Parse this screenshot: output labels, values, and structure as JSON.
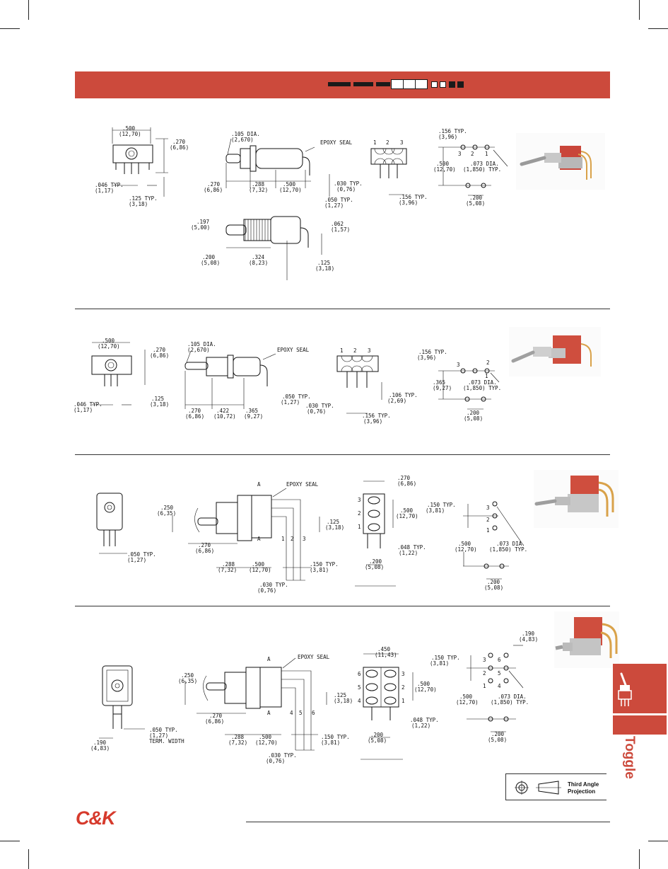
{
  "header": {
    "part_number_boxes": [
      "",
      "",
      "",
      "",
      "",
      "",
      "",
      "",
      ""
    ]
  },
  "brand": {
    "logo_text": "C&K",
    "accent": "#cc4a3c"
  },
  "side_tab": {
    "label": "Toggle",
    "icon": "toggle-switch-icon"
  },
  "projection": {
    "label_line1": "Third Angle",
    "label_line2": "Projection"
  },
  "sections": [
    {
      "front": [
        ".500",
        "(12,70)",
        ".270",
        "(6,86)",
        ".046 TYP.",
        "(1,17)",
        ".125 TYP.",
        "(3,18)"
      ],
      "side": [
        ".105 DIA.",
        "(2,670)",
        "EPOXY SEAL",
        ".270",
        "(6,86)",
        ".288",
        "(7,32)",
        ".500",
        "(12,70)",
        ".030 TYP.",
        "(0,76)",
        ".050 TYP.",
        "(1,27)"
      ],
      "pins": [
        "1",
        "2",
        "3",
        ".156 TYP.",
        "(3,96)"
      ],
      "pcb": [
        ".156 TYP.",
        "(3,96)",
        "3",
        "2",
        "1",
        ".500",
        "(12,70)",
        ".073 DIA.",
        "(1,850) TYP.",
        ".200",
        "(5,08)"
      ],
      "alt": [
        ".197",
        "(5,00)",
        ".062",
        "(1,57)",
        ".200",
        "(5,08)",
        ".324",
        "(8,23)",
        ".125",
        "(3,18)"
      ]
    },
    {
      "front": [
        ".500",
        "(12,70)",
        ".270",
        "(6,86)",
        ".125",
        "(3,18)",
        ".046 TYP.",
        "(1,17)"
      ],
      "side": [
        ".105 DIA.",
        "(2,670)",
        "EPOXY SEAL",
        ".270",
        "(6,86)",
        ".422",
        "(10,72)",
        ".365",
        "(9,27)",
        ".050 TYP.",
        "(1,27)"
      ],
      "pins": [
        "1",
        "2",
        "3",
        ".106 TYP.",
        "(2,69)",
        ".030 TYP.",
        "(0,76)",
        ".156 TYP.",
        "(3,96)"
      ],
      "pcb": [
        ".156 TYP.",
        "(3,96)",
        "3",
        "2",
        "1",
        ".365",
        "(9,27)",
        ".073 DIA.",
        "(1,850) TYP.",
        ".200",
        "(5,08)"
      ]
    },
    {
      "front": [
        ".050 TYP.",
        "(1,27)"
      ],
      "side": [
        "A",
        "EPOXY SEAL",
        ".250",
        "(6,35)",
        ".125",
        "(3,18)",
        "A",
        "1",
        "2",
        "3",
        ".270",
        "(6,86)",
        ".288",
        "(7,32)",
        ".500",
        "(12,70)",
        ".150 TYP.",
        "(3,81)",
        ".030 TYP.",
        "(0,76)"
      ],
      "pins": [
        ".270",
        "(6,86)",
        "3",
        "2",
        "1",
        ".500",
        "(12,70)",
        ".048 TYP.",
        "(1,22)",
        ".200",
        "(5,08)"
      ],
      "pcb": [
        ".150 TYP.",
        "(3,81)",
        "3",
        "2",
        "1",
        ".500",
        "(12,70)",
        ".073 DIA.",
        "(1,850) TYP.",
        ".200",
        "(5,08)"
      ]
    },
    {
      "front": [
        ".190",
        "(4,83)",
        ".050 TYP.",
        "(1,27)",
        "TERM. WIDTH"
      ],
      "side": [
        "A",
        "EPOXY SEAL",
        ".250",
        "(6,35)",
        ".125",
        "(3,18)",
        "A",
        "4",
        "5",
        "6",
        ".270",
        "(6,86)",
        ".288",
        "(7,32)",
        ".500",
        "(12,70)",
        ".150 TYP.",
        "(3,81)",
        ".030 TYP.",
        "(0,76)"
      ],
      "pins": [
        ".450",
        "(11,43)",
        "6",
        "5",
        "4",
        "3",
        "2",
        "1",
        ".500",
        "(12,70)",
        ".048 TYP.",
        "(1,22)",
        ".200",
        "(5,08)"
      ],
      "pcb": [
        ".190",
        "(4,83)",
        ".150 TYP.",
        "(3,81)",
        "3",
        "6",
        "2",
        "5",
        "1",
        "4",
        ".500",
        "(12,70)",
        ".073 DIA.",
        "(1,850) TYP.",
        ".200",
        "(5,08)"
      ]
    }
  ]
}
